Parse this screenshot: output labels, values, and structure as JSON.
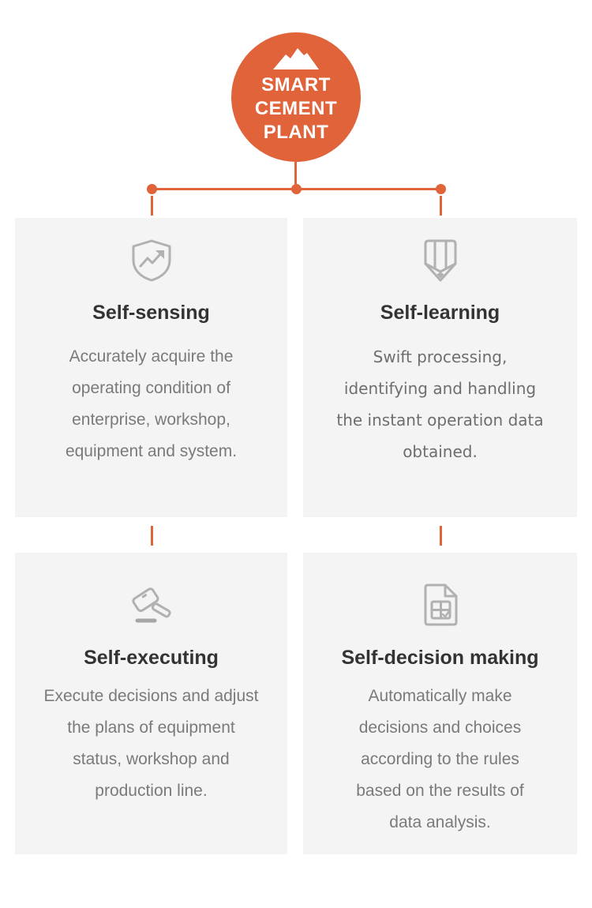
{
  "colors": {
    "accent_orange": "#E0633A",
    "card_background": "#F4F4F4",
    "title_text": "#333333",
    "body_text": "#7A7A7A",
    "icon_gray": "#B1B1B1"
  },
  "badge": {
    "icon": "mountain-icon",
    "lines": [
      "SMART",
      "CEMENT",
      "PLANT"
    ]
  },
  "cards": [
    {
      "icon": "shield-trend-icon",
      "title": "Self-sensing",
      "body": [
        "Accurately acquire the",
        "operating condition of",
        "enterprise, workshop,",
        "equipment and system."
      ]
    },
    {
      "icon": "pencil-icon",
      "title": "Self-learning",
      "body": [
        "Swift processing,",
        "identifying and handling",
        "the instant operation data",
        "obtained."
      ]
    },
    {
      "icon": "gavel-icon",
      "title": "Self-executing",
      "body": [
        "Execute decisions and adjust",
        "the plans of equipment",
        "status, workshop and",
        "production line."
      ]
    },
    {
      "icon": "document-check-icon",
      "title": "Self-decision making",
      "body": [
        "Automatically make",
        "decisions and choices",
        "according to the rules",
        "based on the results of",
        "data analysis."
      ]
    }
  ]
}
